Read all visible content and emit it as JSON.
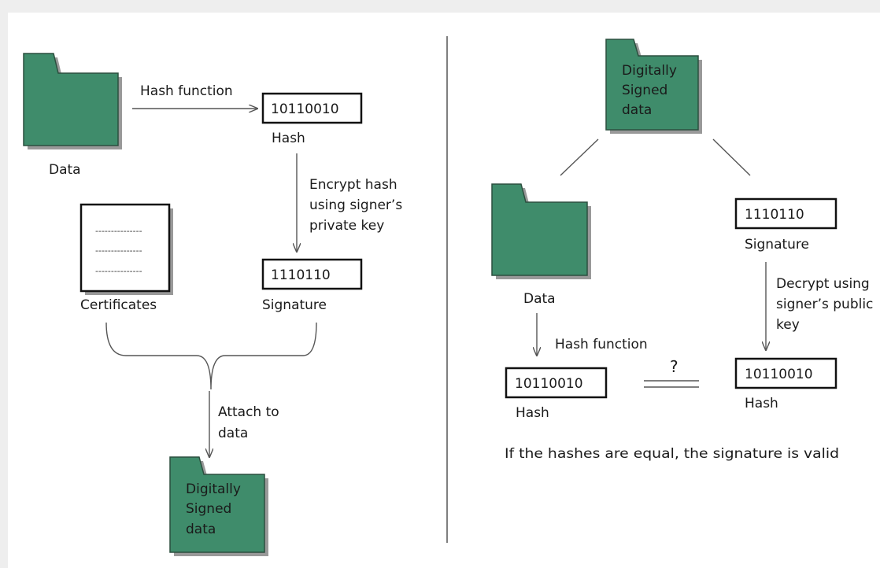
{
  "left": {
    "data_label": "Data",
    "hash_function_label": "Hash function",
    "hash_value": "10110010",
    "hash_label": "Hash",
    "encrypt_lines": [
      "Encrypt hash",
      "using signer’s",
      "private key"
    ],
    "signature_value": "1110110",
    "signature_label": "Signature",
    "certificates_label": "Certificates",
    "certificate_lines": [
      "---------------",
      "---------------",
      "---------------"
    ],
    "attach_lines": [
      "Attach to",
      "data"
    ],
    "signed_lines": [
      "Digitally",
      "Signed",
      "data"
    ]
  },
  "right": {
    "signed_lines": [
      "Digitally",
      "Signed",
      "data"
    ],
    "signature_value": "1110110",
    "signature_label": "Signature",
    "decrypt_lines": [
      "Decrypt using",
      "signer’s public",
      "key"
    ],
    "decrypted_hash_value": "10110010",
    "decrypted_hash_label": "Hash",
    "data_label": "Data",
    "hash_function_label": "Hash function",
    "computed_hash_value": "10110010",
    "computed_hash_label": "Hash",
    "compare_symbol": "?",
    "conclusion": "If the hashes are equal, the signature is valid"
  },
  "colors": {
    "folder_fill": "#3f8c6b",
    "folder_stroke": "#2c4f3f",
    "shadow": "#999999",
    "line": "#555555"
  }
}
